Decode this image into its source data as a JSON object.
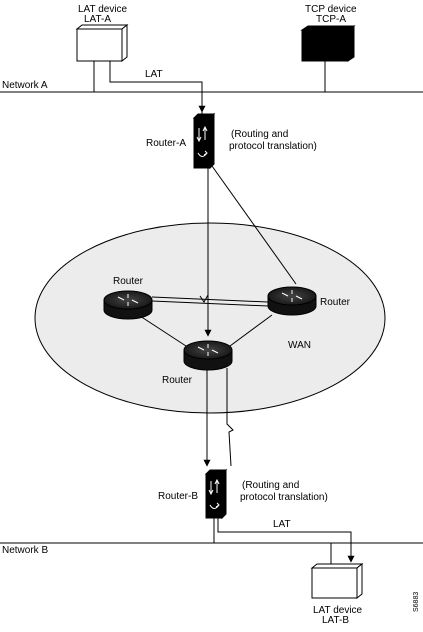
{
  "network_a": {
    "label": "Network A"
  },
  "network_b": {
    "label": "Network B"
  },
  "lat_device_a": {
    "line1": "LAT device",
    "line2": "LAT-A"
  },
  "tcp_device_a": {
    "line1": "TCP device",
    "line2": "TCP-A"
  },
  "lat_device_b": {
    "line1": "LAT device",
    "line2": "LAT-B"
  },
  "router_a": {
    "label": "Router-A",
    "note_line1": "(Routing and",
    "note_line2": "protocol translation)"
  },
  "router_b": {
    "label": "Router-B",
    "note_line1": "(Routing and",
    "note_line2": "protocol translation)"
  },
  "wan": {
    "label": "WAN",
    "router_left": "Router",
    "router_right": "Router",
    "router_bottom": "Router"
  },
  "lat_link_top": "LAT",
  "lat_link_bottom": "LAT",
  "figure_id": "S6883"
}
